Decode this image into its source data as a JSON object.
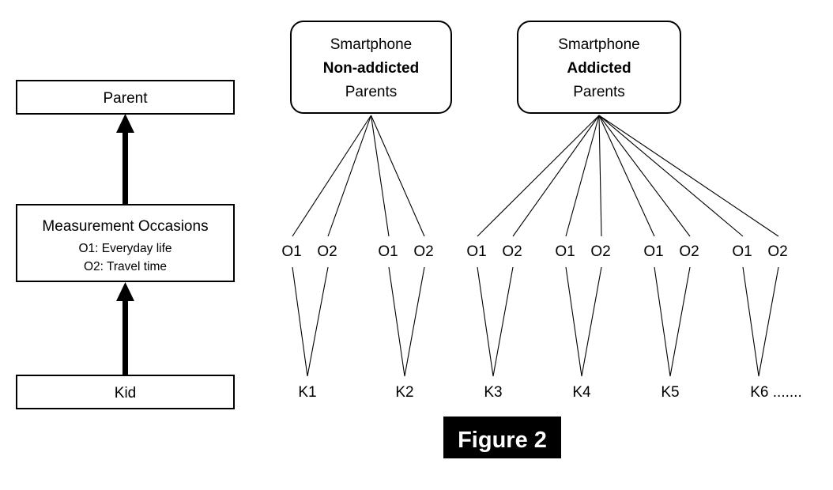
{
  "figure": {
    "caption": "Figure 2",
    "caption_bg_color": "#000000",
    "caption_text_color": "#ffffff",
    "background_color": "#ffffff",
    "line_color": "#000000"
  },
  "legend_column": {
    "boxes": [
      {
        "id": "parent",
        "label": "Parent"
      },
      {
        "id": "measurement-occasions",
        "label": "Measurement Occasions",
        "sublabels": [
          "O1: Everyday life",
          "O2: Travel time"
        ]
      },
      {
        "id": "kid",
        "label": "Kid"
      }
    ],
    "arrows": [
      {
        "from": "measurement-occasions",
        "to": "parent"
      },
      {
        "from": "kid",
        "to": "measurement-occasions"
      }
    ]
  },
  "tree": {
    "groups": [
      {
        "id": "non-addicted",
        "line1": "Smartphone",
        "line2": "Non-addicted",
        "line3": "Parents",
        "emphasis_line": 2,
        "children_count": 2,
        "occasion_count": 4
      },
      {
        "id": "addicted",
        "line1": "Smartphone",
        "line2": "Addicted",
        "line3": "Parents",
        "emphasis_line": 2,
        "children_count": 4,
        "occasion_count": 8
      }
    ],
    "occasion_labels": [
      "O1",
      "O2",
      "O1",
      "O2",
      "O1",
      "O2",
      "O1",
      "O2",
      "O1",
      "O2",
      "O1",
      "O2"
    ],
    "kid_labels": [
      "K1",
      "K2",
      "K3",
      "K4",
      "K5",
      "K6 ......."
    ]
  }
}
